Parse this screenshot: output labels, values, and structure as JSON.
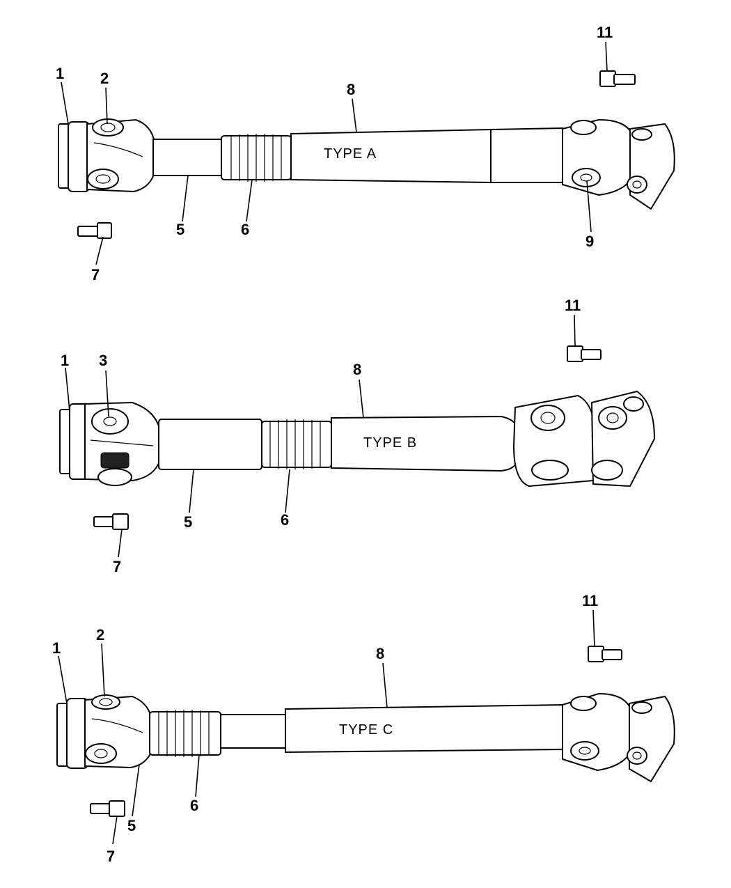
{
  "assemblies": [
    {
      "type_label": "TYPE  A",
      "callouts": {
        "c1": "1",
        "c2": "2",
        "c5": "5",
        "c6": "6",
        "c7": "7",
        "c8": "8",
        "c9": "9",
        "c11": "11"
      }
    },
    {
      "type_label": "TYPE  B",
      "callouts": {
        "c1": "1",
        "c3": "3",
        "c5": "5",
        "c6": "6",
        "c7": "7",
        "c8": "8",
        "c11": "11"
      }
    },
    {
      "type_label": "TYPE  C",
      "callouts": {
        "c1": "1",
        "c2": "2",
        "c5": "5",
        "c6": "6",
        "c7": "7",
        "c8": "8",
        "c11": "11"
      }
    }
  ]
}
